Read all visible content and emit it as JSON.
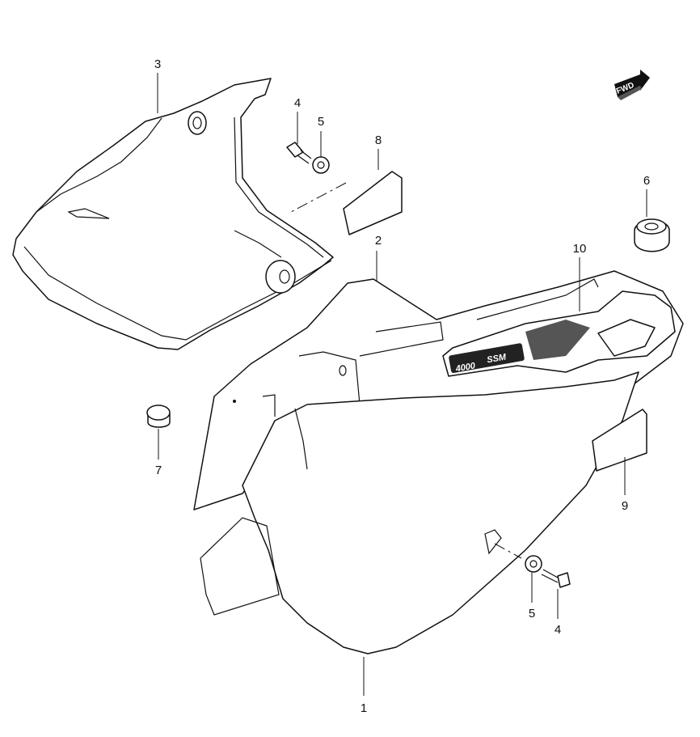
{
  "diagram": {
    "fwd_label": "FWD",
    "emblem_text": "4000",
    "emblem_logo": "SSM",
    "callouts": {
      "part_1": "1",
      "part_2": "2",
      "part_3": "3",
      "part_4_upper": "4",
      "part_4_lower": "4",
      "part_5_upper": "5",
      "part_5_lower": "5",
      "part_6": "6",
      "part_7": "7",
      "part_8": "8",
      "part_9": "9",
      "part_10": "10"
    }
  }
}
